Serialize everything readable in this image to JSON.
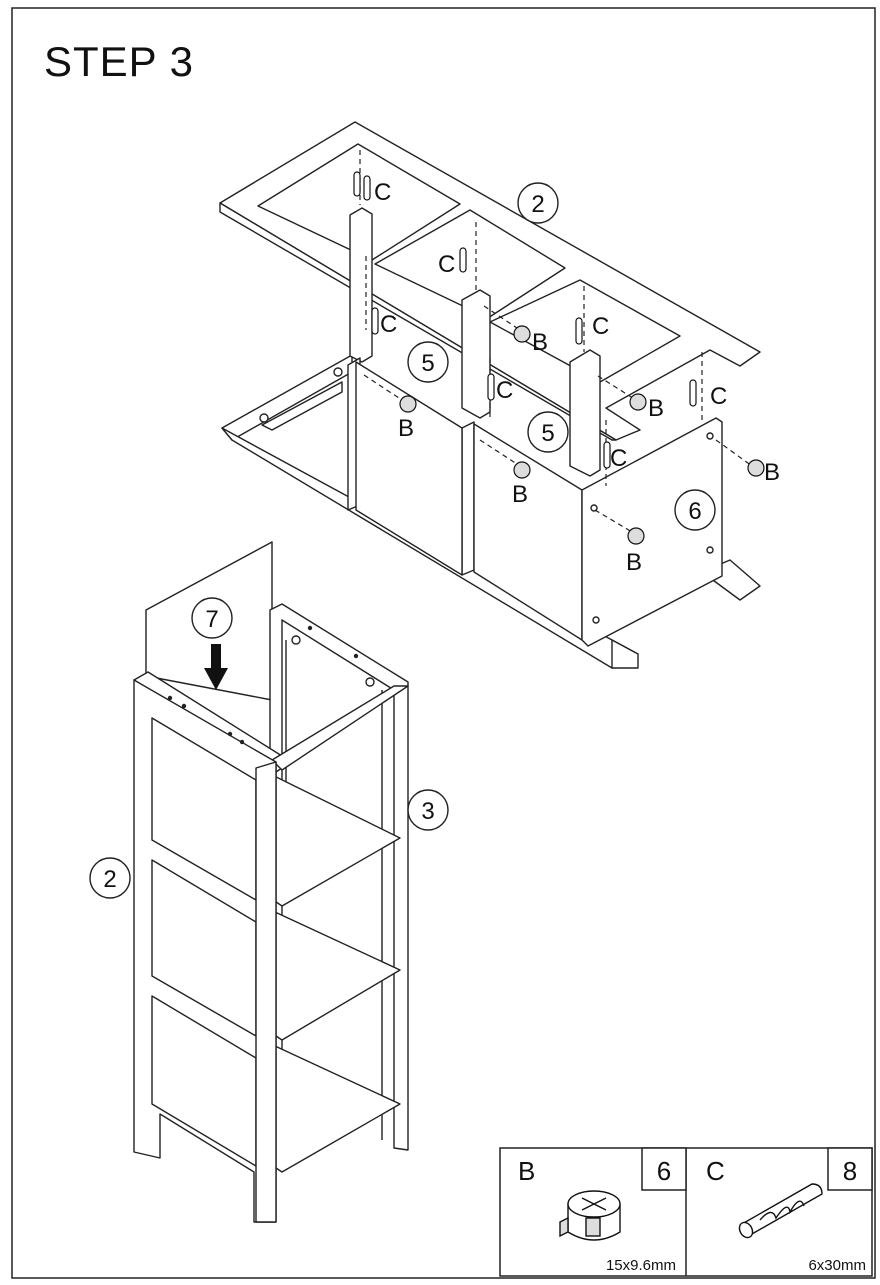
{
  "step": {
    "title": "STEP 3"
  },
  "callouts": {
    "top_frame_part": "2",
    "panel_left": "5",
    "panel_right": "5",
    "end_panel": "6",
    "back_panel": "7",
    "side_frame": "2",
    "rear_frame": "3"
  },
  "hardware_labels": {
    "cam": "B",
    "dowel": "C"
  },
  "parts_table": {
    "cam_letter": "B",
    "cam_qty": "6",
    "cam_size": "15x9.6mm",
    "dowel_letter": "C",
    "dowel_qty": "8",
    "dowel_size": "6x30mm"
  }
}
